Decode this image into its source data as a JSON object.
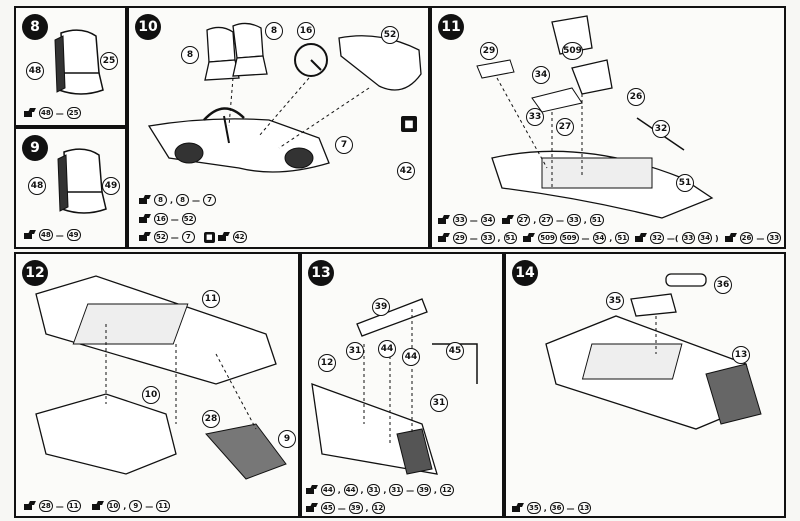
{
  "steps": {
    "s8": {
      "number": "8",
      "callouts": [
        "48",
        "25"
      ],
      "ref": [
        "48",
        "25"
      ]
    },
    "s9": {
      "number": "9",
      "callouts": [
        "48",
        "49"
      ],
      "ref": [
        "48",
        "49"
      ]
    },
    "s10": {
      "number": "10",
      "callouts": [
        "8",
        "8",
        "16",
        "52",
        "7",
        "42"
      ],
      "refs": [
        [
          "8",
          "8",
          "7"
        ],
        [
          "16",
          "52"
        ],
        [
          "52",
          "7"
        ],
        [
          "42"
        ]
      ]
    },
    "s11": {
      "number": "11",
      "callouts": [
        "29",
        "509",
        "34",
        "26",
        "33",
        "27",
        "32",
        "51"
      ],
      "refs": [
        [
          "33",
          "34"
        ],
        [
          "27",
          "27",
          "33",
          "51"
        ],
        [
          "29",
          "33",
          "51"
        ],
        [
          "509",
          "509",
          "34",
          "51"
        ],
        [
          "32",
          "33",
          "34"
        ],
        [
          "26",
          "33"
        ]
      ]
    },
    "s12": {
      "number": "12",
      "callouts": [
        "11",
        "10",
        "28",
        "9"
      ],
      "refs": [
        [
          "28",
          "11"
        ],
        [
          "10",
          "9",
          "11"
        ]
      ]
    },
    "s13": {
      "number": "13",
      "callouts": [
        "39",
        "31",
        "44",
        "44",
        "45",
        "12",
        "31"
      ],
      "refs": [
        [
          "44",
          "44",
          "31",
          "31",
          "39",
          "12"
        ],
        [
          "45",
          "39",
          "12"
        ]
      ]
    },
    "s14": {
      "number": "14",
      "callouts": [
        "36",
        "35",
        "13"
      ],
      "refs": [
        [
          "35",
          "36",
          "13"
        ]
      ]
    }
  },
  "icons": {
    "glue": "cement-icon",
    "paint": "paint-icon"
  }
}
